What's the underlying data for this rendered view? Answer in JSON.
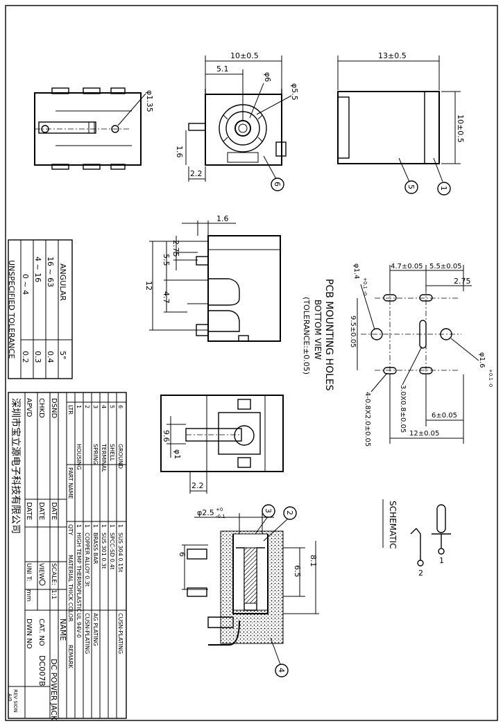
{
  "drawing_title": "DC POWER JACK",
  "catalog_no": "DC007B",
  "company": "深圳市宝立源电子科技有限公司",
  "title_block": {
    "name_label": "NAME",
    "cat_label": "CAT. NO",
    "dwn_label": "DWN NO",
    "rev_label": "REV SION",
    "rev_value": "A/0",
    "scale_label": "SCALE:",
    "scale_value": "1:1",
    "view_label": "VIEW",
    "unit_label": "UNI T:",
    "unit_value": "mm",
    "dsnd": "DSND",
    "chkd": "CHKD",
    "apvd": "APVD",
    "date": "DATE"
  },
  "bom": {
    "headers": {
      "ltr": "LTR",
      "part_name": "PART  NAME",
      "qty": "QTY",
      "material": "MATERIAL THICK COLOR",
      "remark": "REMARK"
    },
    "rows": [
      {
        "ltr": "6",
        "name": "GROUND",
        "qty": "1",
        "material": "SUS 304 0.15t",
        "remark": "CUSN-PLATING"
      },
      {
        "ltr": "5",
        "name": "SHELL",
        "qty": "1",
        "material": "SPCC-SD 0.4t",
        "remark": ""
      },
      {
        "ltr": "4",
        "name": "TERMINAL",
        "qty": "1",
        "material": "SUS 301 0.3t",
        "remark": ""
      },
      {
        "ltr": "3",
        "name": "SPRING",
        "qty": "1",
        "material": "BRASS BAR",
        "remark": "AG PLATING"
      },
      {
        "ltr": "2",
        "name": "",
        "qty": "1",
        "material": "COPPER ALLOY 0.3t",
        "remark": "CUSN-PLATING"
      },
      {
        "ltr": "1",
        "name": "HOUSING",
        "qty": "1",
        "material": "HIGH TEMP THERMOPLASTIC",
        "remark": "UL 94V-0"
      }
    ]
  },
  "tolerance": {
    "title": "UNSPECIFIED TOLERANCE",
    "angular_label": "ANGULAR",
    "rows": [
      {
        "range": "0 ~ 4",
        "value": "0.2"
      },
      {
        "range": "4 ~ 16",
        "value": "0.3"
      },
      {
        "range": "16 ~ 63",
        "value": "0.4"
      }
    ],
    "angular_value": "5°"
  },
  "dims": {
    "front_width": "10±0.5",
    "front_half": "5.1",
    "front_d6": "φ6",
    "front_d55": "φ5.5",
    "front_h16": "1.6",
    "front_w22": "2.2",
    "left_hole": "φ1.35",
    "side_len": "13±0.5",
    "side_h": "10±0.5",
    "mid_16": "1.6",
    "mid_275": "2.75",
    "mid_55": "5.5",
    "mid_12": "12",
    "mid_47": "4.7",
    "bot_96": "9.6",
    "bot_d1": "φ1",
    "bot_22": "2.2",
    "sec_d25": "φ2.5",
    "sec_d25_tol_up": "+0",
    "sec_d25_tol_dn": "-0.1",
    "sec_6": "6",
    "sec_65": "6.5",
    "sec_81": "8.1",
    "pcb_47": "4.7±0.05",
    "pcb_55": "5.5±0.05",
    "pcb_275": "2.75",
    "pcb_d14": "φ1.4",
    "pcb_d14_tol": "+0.1 -0",
    "pcb_95": "9.5±0.05",
    "pcb_d16": "φ1.6",
    "pcb_d16_tol": "+0.1 -0",
    "pcb_slot": "3.0X0.8±0.05",
    "pcb_slots4": "4-0.8X2.0±0.05",
    "pcb_6": "6±0.05",
    "pcb_12": "12±0.05"
  },
  "callouts": [
    "1",
    "2",
    "3",
    "4",
    "5",
    "6"
  ],
  "pcb_title": "PCB MOUNTING HOLES",
  "pcb_sub1": "BOTTOM VIEW",
  "pcb_sub2": "(TOLERANCE:±0.05)",
  "schematic": {
    "title": "SCHEMATIC",
    "pin1": "1",
    "pin2": "2"
  }
}
